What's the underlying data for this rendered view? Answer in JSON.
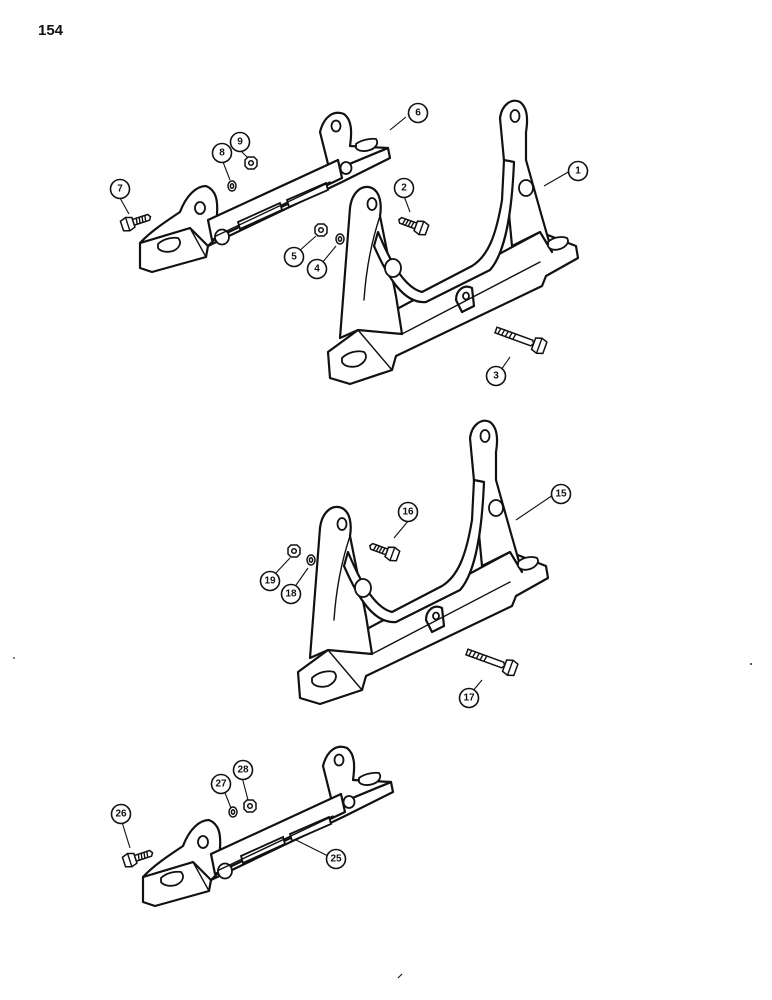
{
  "page": {
    "number": "154"
  },
  "callouts": [
    {
      "id": "c1",
      "label": "1"
    },
    {
      "id": "c2",
      "label": "2"
    },
    {
      "id": "c3",
      "label": "3"
    },
    {
      "id": "c4",
      "label": "4"
    },
    {
      "id": "c5",
      "label": "5"
    },
    {
      "id": "c6",
      "label": "6"
    },
    {
      "id": "c7",
      "label": "7"
    },
    {
      "id": "c8",
      "label": "8"
    },
    {
      "id": "c9",
      "label": "9"
    },
    {
      "id": "c15",
      "label": "15"
    },
    {
      "id": "c16",
      "label": "16"
    },
    {
      "id": "c17",
      "label": "17"
    },
    {
      "id": "c18",
      "label": "18"
    },
    {
      "id": "c19",
      "label": "19"
    },
    {
      "id": "c25",
      "label": "25"
    },
    {
      "id": "c26",
      "label": "26"
    },
    {
      "id": "c27",
      "label": "27"
    },
    {
      "id": "c28",
      "label": "28"
    }
  ]
}
